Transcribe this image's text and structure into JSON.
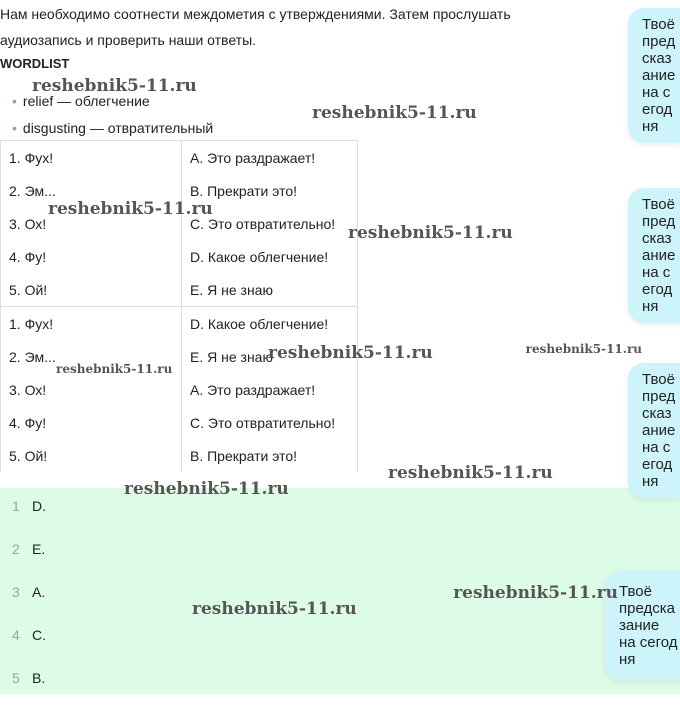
{
  "intro": [
    "Нам необходимо соотнести междометия с утверждениями. Затем прослушать",
    "аудиозапись и проверить наши ответы."
  ],
  "wordlist_title": "WORDLIST",
  "wordlist": [
    "relief — облегчение",
    "disgusting — отвратительный"
  ],
  "table1": [
    [
      "1. Фух!",
      "A. Это раздражает!"
    ],
    [
      "2. Эм...",
      "B. Прекрати это!"
    ],
    [
      "3. Ох!",
      "C. Это отвратительно!"
    ],
    [
      "4. Фу!",
      "D. Какое облегчение!"
    ],
    [
      "5. Ой!",
      "E. Я не знаю"
    ]
  ],
  "table2": [
    [
      "1. Фух!",
      "D. Какое облегчение!"
    ],
    [
      "2. Эм...",
      "E. Я не знаю"
    ],
    [
      "3. Ох!",
      "A. Это раздражает!"
    ],
    [
      "4. Фу!",
      "C. Это отвратительно!"
    ],
    [
      "5. Ой!",
      "B. Прекрати это!"
    ]
  ],
  "answers": [
    {
      "n": "1",
      "a": "D."
    },
    {
      "n": "2",
      "a": "E."
    },
    {
      "n": "3",
      "a": "A."
    },
    {
      "n": "4",
      "a": "C."
    },
    {
      "n": "5",
      "a": "B."
    }
  ],
  "bubble": [
    "Твоё",
    "предсказание",
    "на сегодня"
  ],
  "watermark": "reshebnik5-11.ru"
}
